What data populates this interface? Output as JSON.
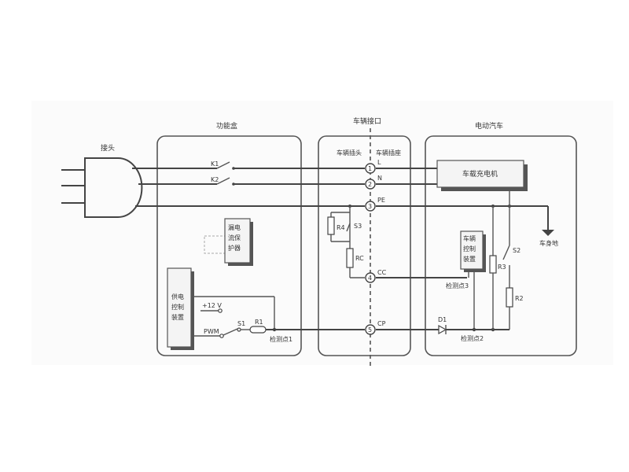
{
  "title": "电动汽车交流充电控制导引电路",
  "sections": {
    "plug": "接头",
    "function_box": "功能盒",
    "vehicle_interface": "车辆接口",
    "vehicle_plug": "车辆插头",
    "vehicle_socket": "车辆插座",
    "ev": "电动汽车"
  },
  "components": {
    "onboard_charger": "车载充电机",
    "leakage_protector": [
      "漏电",
      "流保",
      "护器"
    ],
    "supply_control": [
      "供电",
      "控制",
      "装置"
    ],
    "vehicle_control": [
      "车辆",
      "控制",
      "装置"
    ],
    "body_ground": "车身地",
    "plus12v": "+12 V",
    "pwm": "PWM",
    "d1": "D1"
  },
  "switches": {
    "k1": "K1",
    "k2": "K2",
    "s1": "S1",
    "s2": "S2",
    "s3": "S3"
  },
  "resistors": {
    "r1": "R1",
    "r2": "R2",
    "r3": "R3",
    "r4": "R4",
    "rc": "RC"
  },
  "pins": [
    {
      "num": "1",
      "name": "L"
    },
    {
      "num": "2",
      "name": "N"
    },
    {
      "num": "3",
      "name": "PE"
    },
    {
      "num": "4",
      "name": "CC"
    },
    {
      "num": "5",
      "name": "CP"
    }
  ],
  "detection_points": {
    "p1": "检测点1",
    "p2": "检测点2",
    "p3": "检测点3"
  },
  "colors": {
    "background": "#ffffff",
    "scan_band": "#fafafa",
    "ink": "#444444"
  }
}
